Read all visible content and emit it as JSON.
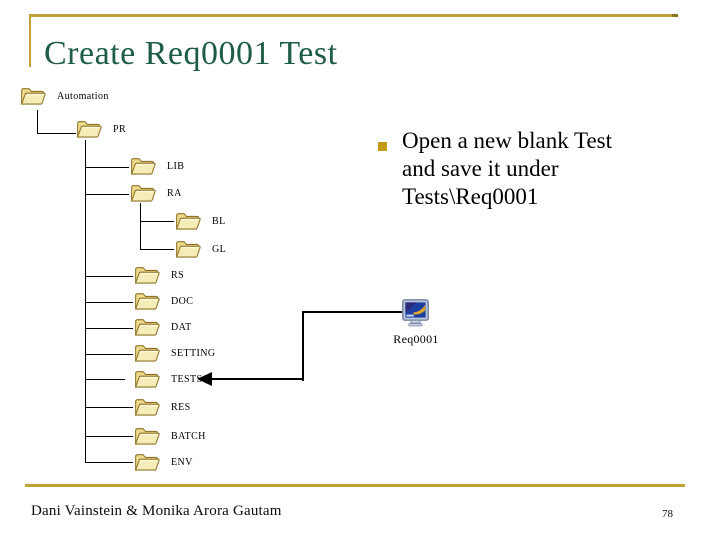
{
  "slide": {
    "title": "Create Req0001 Test",
    "footer": "Dani Vainstein & Monika Arora Gautam",
    "page_number": "78"
  },
  "bullet": {
    "lines": [
      "Open a new blank Test",
      "and save it under",
      "Tests\\Req0001"
    ]
  },
  "tree": {
    "nodes": [
      {
        "id": "automation",
        "label": "Automation",
        "parent": null
      },
      {
        "id": "pr",
        "label": "PR",
        "parent": "automation"
      },
      {
        "id": "lib",
        "label": "LIB",
        "parent": "pr"
      },
      {
        "id": "ra",
        "label": "RA",
        "parent": "pr"
      },
      {
        "id": "bl",
        "label": "BL",
        "parent": "ra"
      },
      {
        "id": "gl",
        "label": "GL",
        "parent": "ra"
      },
      {
        "id": "rs",
        "label": "RS",
        "parent": "pr"
      },
      {
        "id": "doc",
        "label": "DOC",
        "parent": "pr"
      },
      {
        "id": "dat",
        "label": "DAT",
        "parent": "pr"
      },
      {
        "id": "setting",
        "label": "SETTING",
        "parent": "pr"
      },
      {
        "id": "tests",
        "label": "TESTS",
        "parent": "pr"
      },
      {
        "id": "res",
        "label": "RES",
        "parent": "pr"
      },
      {
        "id": "batch",
        "label": "BATCH",
        "parent": "pr"
      },
      {
        "id": "env",
        "label": "ENV",
        "parent": "pr"
      }
    ]
  },
  "callout": {
    "icon": "test-monitor-icon",
    "label": "Req0001",
    "arrow_target": "TESTS"
  },
  "colors": {
    "title_green": "#1F5C45",
    "accent_gold": "#C0A138",
    "bullet_gold": "#C29B10",
    "folder_fill": "#F6ECB8",
    "folder_back_fill": "#EDD98C",
    "folder_outline": "#8F7427",
    "connector_black": "#000000",
    "monitor_screen_blue": "#1D3E9E",
    "monitor_swoosh_gold": "#DFA72B"
  }
}
